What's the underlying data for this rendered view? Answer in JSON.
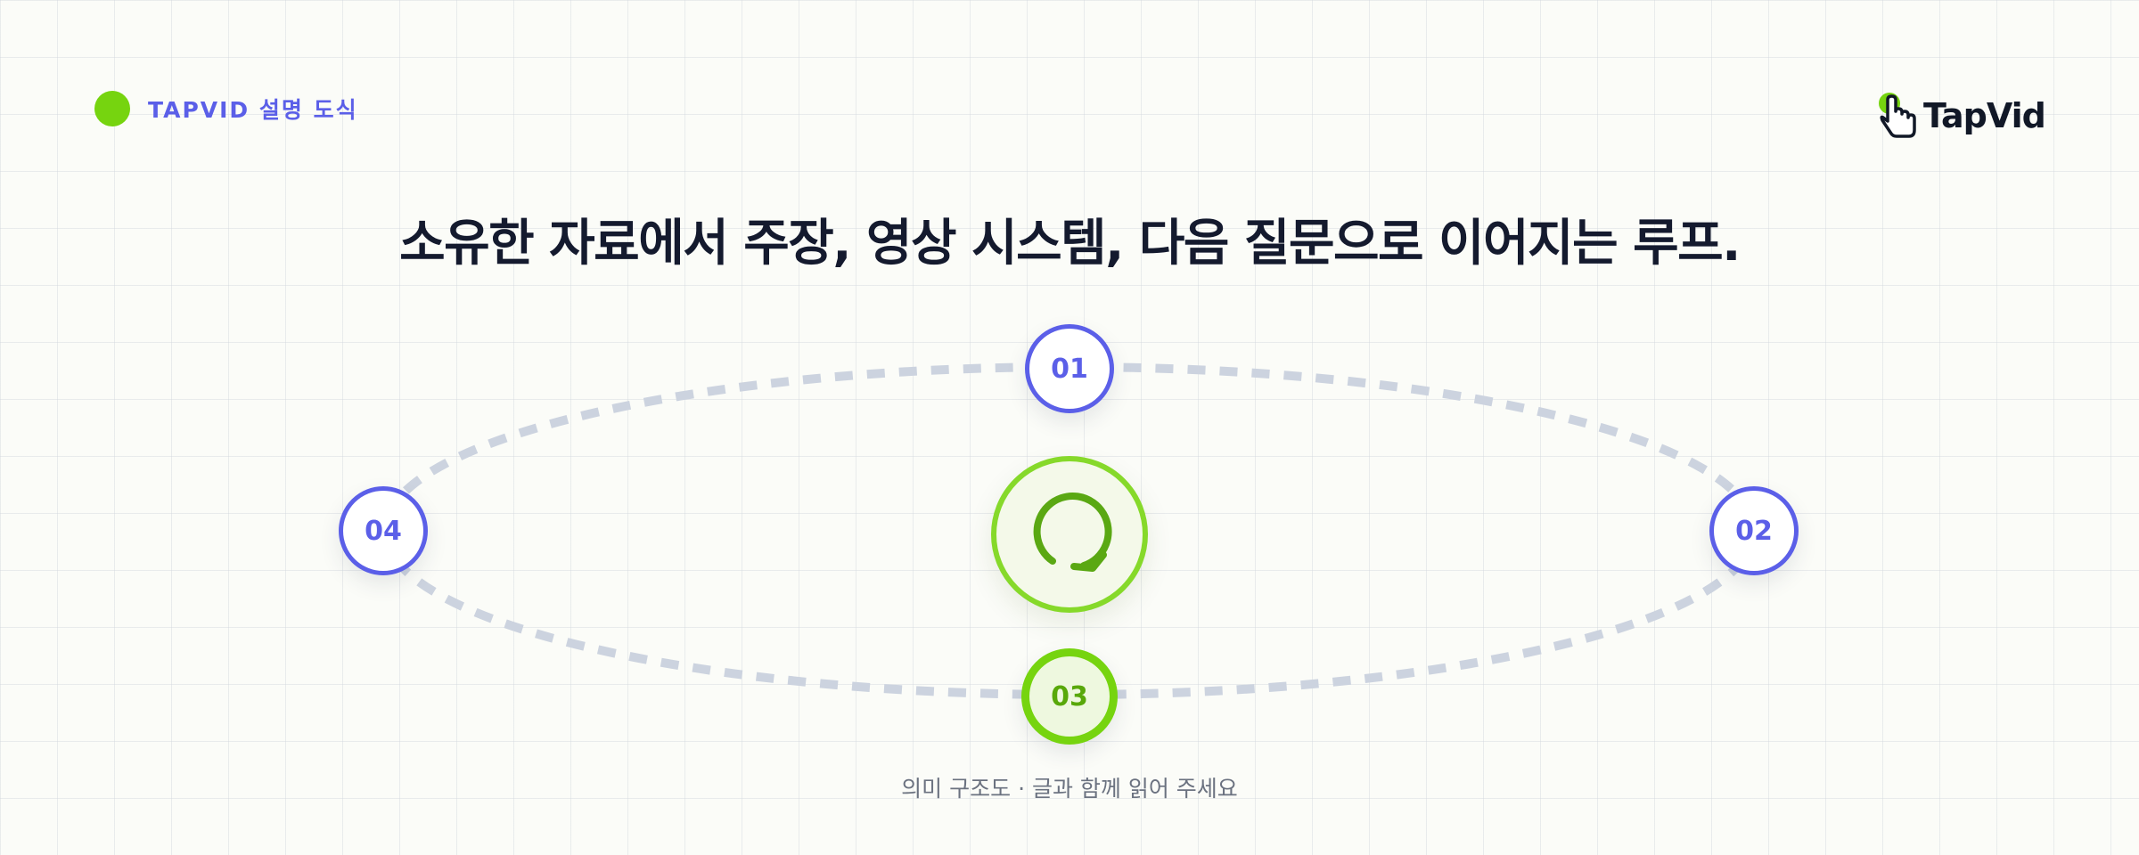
{
  "header": {
    "kicker": "TAPVID 설명 도식",
    "brand": "TapVid",
    "brand_icon": "pointer-hand-icon"
  },
  "headline": "소유한 자료에서 주장, 영상 시스템, 다음 질문으로 이어지는 루프.",
  "diagram": {
    "nodes": [
      {
        "label": "01"
      },
      {
        "label": "02"
      },
      {
        "label": "03"
      },
      {
        "label": "04"
      }
    ],
    "hub_icon": "loop-refresh-icon",
    "caption": "의미 구조도 · 글과 함께 읽어 주세요"
  },
  "colors": {
    "accent_violet": "#5b5fe8",
    "accent_green": "#76d40f",
    "dashed_loop": "#ccd3df",
    "headline": "#141a2e",
    "background": "#fbfcf8"
  }
}
